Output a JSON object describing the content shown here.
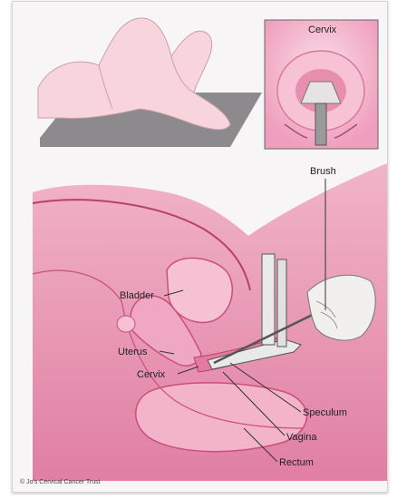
{
  "labels": {
    "cervix_inset": "Cervix",
    "brush": "Brush",
    "bladder": "Bladder",
    "uterus": "Uterus",
    "cervix": "Cervix",
    "speculum": "Speculum",
    "vagina": "Vagina",
    "rectum": "Rectum"
  },
  "credit": "© Jo's Cervical Cancer Trust",
  "colors": {
    "tissue_light": "#f4c6d6",
    "tissue_mid": "#e58fae",
    "tissue_dark": "#c94f7c",
    "skin": "#f8d4dc",
    "table": "#8c8a8c",
    "inset_bg": "#f3b5c9"
  }
}
